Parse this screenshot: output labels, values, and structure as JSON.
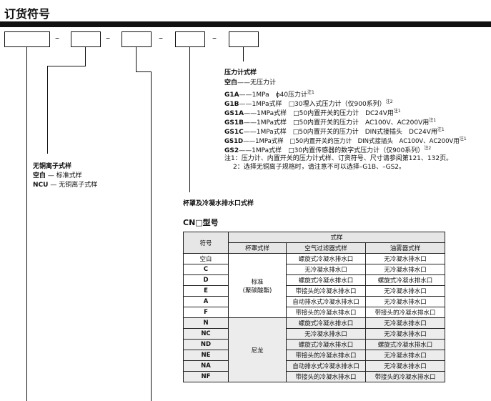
{
  "title": "订货符号",
  "dash": "–",
  "pressure_gauge": {
    "heading": "压力计式样",
    "rows": [
      {
        "code": "空白",
        "sep": "——",
        "desc": "无压力计",
        "note": ""
      },
      {
        "code": "G1A",
        "sep": "——",
        "desc": "1MPa　ϕ40压力计",
        "note": "注1"
      },
      {
        "code": "G1B",
        "sep": "——",
        "desc": "1MPa式样　□30埋入式压力计（仅900系列）",
        "note": "注2"
      },
      {
        "code": "GS1A",
        "sep": "——",
        "desc": "1MPa式样　□50内置开关的压力计　DC24V用",
        "note": "注1"
      },
      {
        "code": "GS1B",
        "sep": "——",
        "desc": "1MPa式样　□50内置开关的压力计　AC100V、AC200V用",
        "note": "注1"
      },
      {
        "code": "GS1C",
        "sep": "——",
        "desc": "1MPa式样　□50内置开关的压力计　DIN式接插头　DC24V用",
        "note": "注1"
      },
      {
        "code": "GS1D",
        "sep": "——",
        "desc": "1MPa式样　□50内置开关的压力计　DIN式接插头　AC100V、AC200V用",
        "note": "注1"
      },
      {
        "code": "GS2",
        "sep": "——",
        "desc": "1MPa式样　□30内置传感器的数字式压力计（仅900系列）",
        "note": "注2"
      }
    ],
    "notes": [
      "注1：压力计、内置开关的压力计式样、订货符号、尺寸请参阅第121、132页。",
      "2：选择无铜离子规格时，请注意不可以选择–G1B、–GS2。"
    ]
  },
  "copper_free": {
    "heading": "无铜离子式样",
    "rows": [
      {
        "code": "空白",
        "sep": "—",
        "desc": "标准式样"
      },
      {
        "code": "NCU",
        "sep": "—",
        "desc": "无铜离子式样"
      }
    ]
  },
  "bowl": {
    "heading": "杯罩及冷凝水排水口式样",
    "model": "CN□型号",
    "table": {
      "h_symbol": "符号",
      "h_spec": "式样",
      "h_bowl": "杯罩式样",
      "h_af": "空气过滤器式样",
      "h_ms": "油雾器式样",
      "group1_bowl": "标准\n(聚碳酸酯)",
      "group2_bowl": "尼龙",
      "group1": [
        {
          "sym": "空白",
          "af": "螺旋式冷凝水排水口",
          "ms": "无冷凝水排水口"
        },
        {
          "sym": "C",
          "af": "无冷凝水排水口",
          "ms": "无冷凝水排水口"
        },
        {
          "sym": "D",
          "af": "螺旋式冷凝水排水口",
          "ms": "螺旋式冷凝水排水口"
        },
        {
          "sym": "E",
          "af": "带接头的冷凝水排水口",
          "ms": "无冷凝水排水口"
        },
        {
          "sym": "A",
          "af": "自动排水式冷凝水排水口",
          "ms": "无冷凝水排水口"
        },
        {
          "sym": "F",
          "af": "带接头的冷凝水排水口",
          "ms": "带接头的冷凝水排水口"
        }
      ],
      "group2": [
        {
          "sym": "N",
          "af": "螺旋式冷凝水排水口",
          "ms": "无冷凝水排水口"
        },
        {
          "sym": "NC",
          "af": "无冷凝水排水口",
          "ms": "无冷凝水排水口"
        },
        {
          "sym": "ND",
          "af": "螺旋式冷凝水排水口",
          "ms": "螺旋式冷凝水排水口"
        },
        {
          "sym": "NE",
          "af": "带接头的冷凝水排水口",
          "ms": "无冷凝水排水口"
        },
        {
          "sym": "NA",
          "af": "自动排水式冷凝水排水口",
          "ms": "无冷凝水排水口"
        },
        {
          "sym": "NF",
          "af": "带接头的冷凝水排水口",
          "ms": "带接头的冷凝水排水口"
        }
      ]
    }
  }
}
